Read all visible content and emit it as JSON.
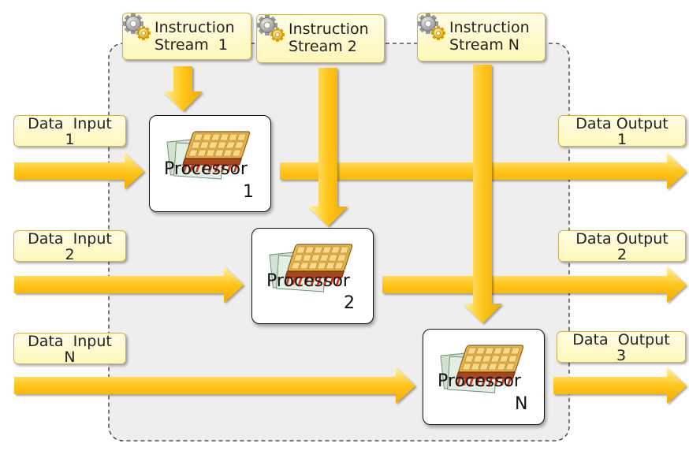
{
  "diagram": {
    "instruction_streams": [
      {
        "line1": "Instruction",
        "line2": "Stream  1"
      },
      {
        "line1": "Instruction",
        "line2": "Stream 2"
      },
      {
        "line1": "Instruction",
        "line2": "Stream N"
      }
    ],
    "data_inputs": [
      {
        "line1": "Data  Input",
        "line2": "1"
      },
      {
        "line1": "Data  Input",
        "line2": "2"
      },
      {
        "line1": "Data  Input",
        "line2": "N"
      }
    ],
    "data_outputs": [
      {
        "line1": "Data Output",
        "line2": "1"
      },
      {
        "line1": "Data Output",
        "line2": "2"
      },
      {
        "line1": "Data  Output",
        "line2": "3"
      }
    ],
    "processors": [
      {
        "name": "Processor",
        "index": "1"
      },
      {
        "name": "Processor",
        "index": "2"
      },
      {
        "name": "Processor",
        "index": "N"
      }
    ],
    "colors": {
      "arrow_fill": "#ffc51a",
      "arrow_light": "#fff3a0",
      "label_fill": "#fff7b8",
      "region_fill": "#eeeeee"
    },
    "icons": [
      "gear-icon",
      "chip-icon"
    ]
  }
}
